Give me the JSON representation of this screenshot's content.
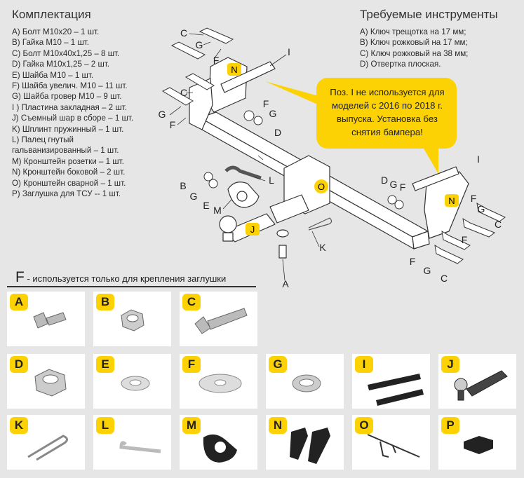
{
  "kit": {
    "title": "Комплектация",
    "items": [
      "A) Болт М10х20 – 1 шт.",
      "B) Гайка М10 – 1 шт.",
      "C) Болт М10х40х1,25 – 8 шт.",
      "D) Гайка М10х1,25 – 2 шт.",
      "E) Шайба М10 – 1 шт.",
      "F) Шайба увелич. М10 – 11 шт.",
      "G) Шайба гровер М10 – 9 шт.",
      "I ) Пластина закладная – 2 шт.",
      "J) Съемный шар в сборе – 1 шт.",
      "K) Шплинт пружинный – 1 шт.",
      "L) Палец гнутый",
      "гальванизированный – 1 шт.",
      "M) Кронштейн розетки – 1 шт.",
      "N) Кронштейн боковой – 2 шт.",
      "O) Кронштейн сварной – 1 шт.",
      "P) Заглушка для ТСУ -- 1 шт."
    ]
  },
  "tools": {
    "title": "Требуемые инструменты",
    "items": [
      "A) Ключ трещотка на 17 мм;",
      "B) Ключ рожковый на 17 мм;",
      "C) Ключ рожковый на 38 мм;",
      "D) Отвертка плоская."
    ]
  },
  "callout": {
    "text": "Поз. I не используется для моделей с 2016 по 2018 г. выпуска. Установка без снятия бампера!"
  },
  "note": {
    "letter": "F",
    "text": " - используется только для крепления заглушки"
  },
  "diagram_labels": {
    "C1": "C",
    "G1": "G",
    "F1": "F",
    "I1": "I",
    "N1": "N",
    "C2": "C",
    "G2": "G",
    "F2": "F",
    "F3": "F",
    "G3": "G",
    "D1": "D",
    "L1": "L",
    "B1": "B",
    "G4": "G",
    "E1": "E",
    "M1": "M",
    "O1": "O",
    "J1": "J",
    "K1": "K",
    "A1": "A",
    "I2": "I",
    "D2": "D",
    "G5": "G",
    "F4": "F",
    "N2": "N",
    "F5": "F",
    "G6": "G",
    "C3": "C",
    "F6": "F",
    "F7": "F",
    "G7": "G",
    "C4": "C"
  },
  "parts": [
    {
      "letter": "A",
      "icon": "bolt-short-icon"
    },
    {
      "letter": "B",
      "icon": "nut-icon"
    },
    {
      "letter": "C",
      "icon": "bolt-long-icon"
    },
    {
      "letter": "D",
      "icon": "nut-large-icon"
    },
    {
      "letter": "E",
      "icon": "washer-icon"
    },
    {
      "letter": "F",
      "icon": "washer-large-icon"
    },
    {
      "letter": "G",
      "icon": "spring-washer-icon"
    },
    {
      "letter": "I",
      "icon": "plates-icon"
    },
    {
      "letter": "J",
      "icon": "towball-icon"
    },
    {
      "letter": "K",
      "icon": "spring-pin-icon"
    },
    {
      "letter": "L",
      "icon": "bent-pin-icon"
    },
    {
      "letter": "M",
      "icon": "socket-bracket-icon"
    },
    {
      "letter": "N",
      "icon": "side-brackets-icon"
    },
    {
      "letter": "O",
      "icon": "welded-bracket-icon"
    },
    {
      "letter": "P",
      "icon": "plug-icon"
    }
  ],
  "colors": {
    "accent": "#fcd205",
    "background": "#e6e6e6",
    "tile": "#ffffff"
  }
}
